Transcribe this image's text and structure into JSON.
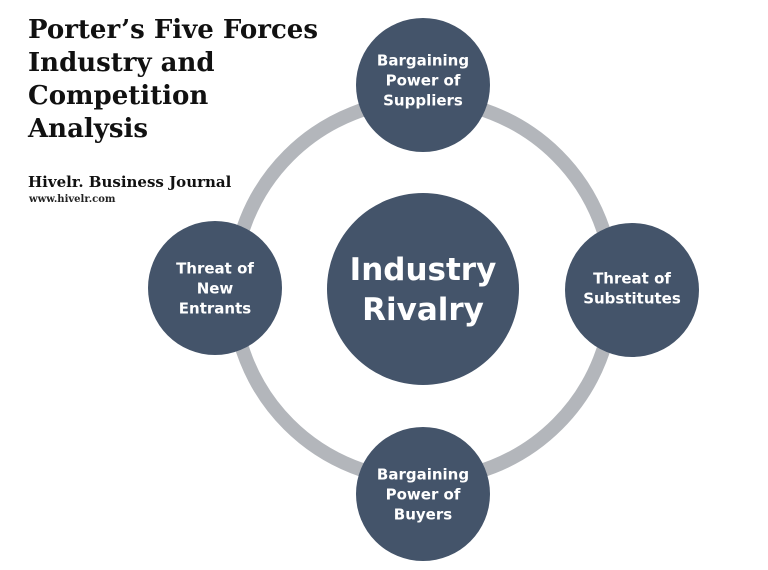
{
  "title": "Porter’s Five Forces\nIndustry and\nCompetition\nAnalysis",
  "publisher": "Hivelr. Business Journal",
  "website": "www.hivelr.com",
  "colors": {
    "node_fill": "#44546a",
    "ring": "#b3b6bb",
    "text": "#ffffff"
  },
  "nodes": {
    "center": [
      "Industry",
      "Rivalry"
    ],
    "top": [
      "Bargaining",
      "Power of",
      "Suppliers"
    ],
    "right": [
      "Threat of",
      "Substitutes"
    ],
    "bottom": [
      "Bargaining",
      "Power of",
      "Buyers"
    ],
    "left": [
      "Threat of",
      "New",
      "Entrants"
    ]
  }
}
